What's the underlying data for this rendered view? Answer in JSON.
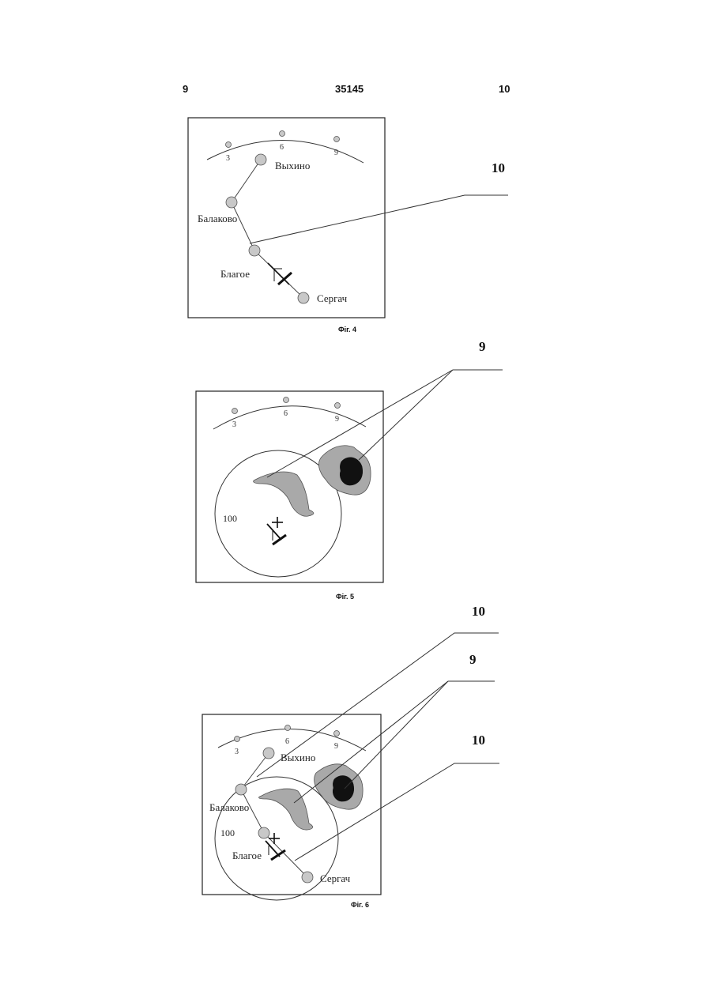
{
  "header": {
    "page_left": "9",
    "patent_number": "35145",
    "page_right": "10"
  },
  "colors": {
    "station_fill": "#c8c8c8",
    "cloud_fill": "#a9a9a9",
    "cloud_core": "#111111",
    "line": "#333333"
  },
  "fig4": {
    "caption": "Фіг. 4",
    "scale_ticks": [
      "3",
      "6",
      "9"
    ],
    "stations": [
      "Выхино",
      "Балаково",
      "Благое",
      "Сергач"
    ],
    "ref_label": "10"
  },
  "fig5": {
    "caption": "Фіг. 5",
    "scale_ticks": [
      "3",
      "6",
      "9"
    ],
    "range_label": "100",
    "ref_label": "9"
  },
  "fig6": {
    "caption": "Фіг. 6",
    "scale_ticks": [
      "3",
      "6",
      "9"
    ],
    "stations": [
      "Выхино",
      "Балаково",
      "Благое",
      "Сергач"
    ],
    "range_label": "100",
    "ref_labels": [
      "10",
      "9",
      "10"
    ]
  }
}
